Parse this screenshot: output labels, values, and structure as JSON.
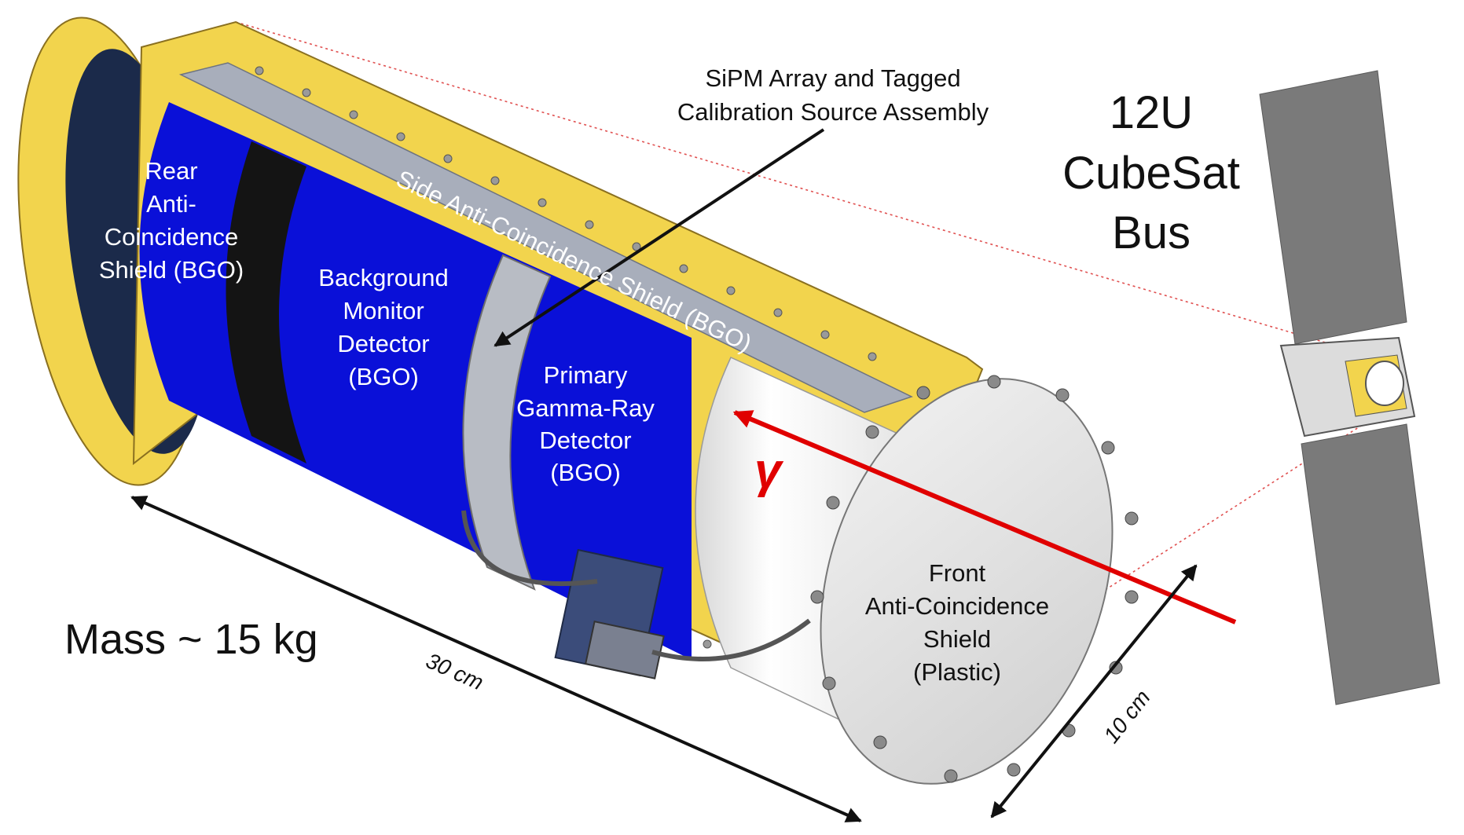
{
  "colors": {
    "housing_gold": "#f2d44d",
    "housing_gold_dark": "#b89a2a",
    "detector_blue": "#0a10d8",
    "gap_black": "#141414",
    "front_shield_gray": "#e6e6e6",
    "side_shield_gray": "#a8aebb",
    "satellite_panel_gray": "#7a7a7a",
    "gamma_red": "#e00000",
    "leader_red_dotted": "#e05050"
  },
  "labels": {
    "rear_shield": [
      "Rear",
      "Anti-",
      "Coincidence",
      "Shield (BGO)"
    ],
    "background_monitor": [
      "Background",
      "Monitor",
      "Detector",
      "(BGO)"
    ],
    "primary_detector": [
      "Primary",
      "Gamma-Ray",
      "Detector",
      "(BGO)"
    ],
    "front_shield": [
      "Front",
      "Anti-Coincidence",
      "Shield",
      "(Plastic)"
    ],
    "side_shield": "Side Anti-Coincidence Shield (BGO)",
    "sipm": [
      "SiPM Array and Tagged",
      "Calibration Source Assembly"
    ],
    "cubesat": [
      "12U",
      "CubeSat",
      "Bus"
    ],
    "mass": "Mass ~ 15 kg",
    "length": "30 cm",
    "diameter": "10 cm",
    "gamma": "γ"
  }
}
